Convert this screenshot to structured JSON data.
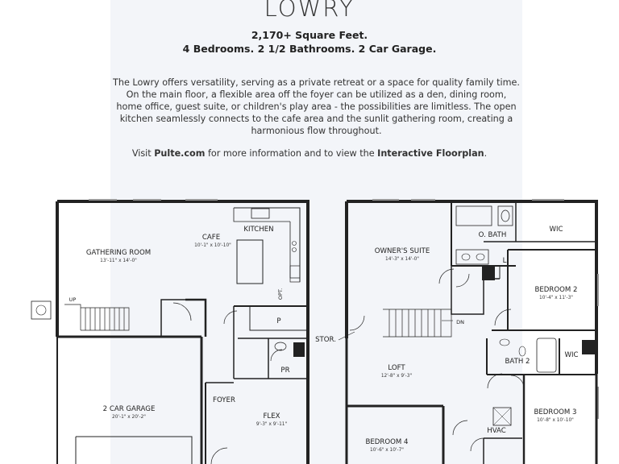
{
  "header": {
    "title": "LOWRY",
    "square_feet": "2,170+ Square Feet.",
    "rooms_summary": "4 Bedrooms.  2 1/2 Bathrooms.  2 Car Garage."
  },
  "description": {
    "line1": "The Lowry offers versatility, serving as a private retreat or a space for quality family time.",
    "line2": "On the main floor, a flexible area off the foyer can be utilized as a den, dining room,",
    "line3": "home office, guest suite, or children's play area - the possibilities are limitless. The open",
    "line4": "kitchen seamlessly connects to the cafe area and the sunlit gathering room, creating a",
    "line5": "harmonious flow throughout."
  },
  "visit": {
    "prefix": "Visit ",
    "site": "Pulte.com",
    "middle": " for more information and to view the ",
    "link": "Interactive Floorplan",
    "suffix": "."
  },
  "main_floor": {
    "gathering_room": {
      "name": "GATHERING ROOM",
      "dims": "13'-11\" x 14'-0\""
    },
    "cafe": {
      "name": "CAFE",
      "dims": "10'-1\" x 10'-10\""
    },
    "kitchen": {
      "name": "KITCHEN"
    },
    "opt": "OPT.",
    "pantry": "P",
    "powder": "PR",
    "up": "UP",
    "garage": {
      "name": "2 CAR GARAGE",
      "dims": "20'-1\" x 20'-2\""
    },
    "foyer": "FOYER",
    "flex": {
      "name": "FLEX",
      "dims": "9'-3\" x 9'-11\""
    }
  },
  "upper_floor": {
    "owners_suite": {
      "name": "OWNER'S SUITE",
      "dims": "14'-3\" x 14'-0\""
    },
    "owners_bath": "O. BATH",
    "wic1": "WIC",
    "linen": "L",
    "bedroom2": {
      "name": "BEDROOM 2",
      "dims": "10'-4\" x 11'-3\""
    },
    "storage": "STOR.",
    "dn": "DN",
    "loft": {
      "name": "LOFT",
      "dims": "12'-8\" x 9'-3\""
    },
    "bath2": "BATH 2",
    "wic2": "WIC",
    "bedroom3": {
      "name": "BEDROOM 3",
      "dims": "10'-8\" x 10'-10\""
    },
    "hvac": "HVAC",
    "bedroom4": {
      "name": "BEDROOM 4",
      "dims": "10'-6\" x 10'-7\""
    }
  }
}
